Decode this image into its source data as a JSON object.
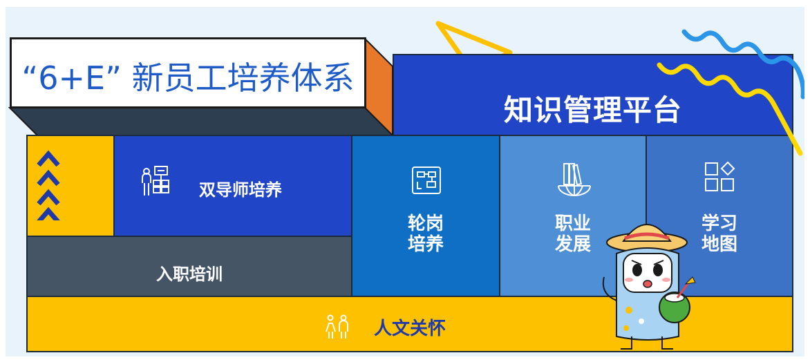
{
  "title": "“6+E” 新员工培养体系",
  "blocks": {
    "knowledge_platform": "知识管理平台",
    "dual_mentor": "双导师培养",
    "onboarding": "入职培训",
    "rotation": "轮岗\n培养",
    "career": "职业\n发展",
    "learning_map": "学习\n地图",
    "humanistic_care": "人文关怀"
  },
  "colors": {
    "blue": "#2045c7",
    "mid_blue": "#0f6fc4",
    "light_blue": "#4f8fd6",
    "steel_blue": "#3d73c7",
    "yellow": "#fdc100",
    "slate": "#455566",
    "title_text": "#1e5bc6",
    "orange": "#e8792b"
  },
  "icons": [
    "chevron-up-icon",
    "mentor-presentation-icon",
    "flowchart-board-icon",
    "books-globe-icon",
    "grid-shapes-icon",
    "people-icon"
  ]
}
